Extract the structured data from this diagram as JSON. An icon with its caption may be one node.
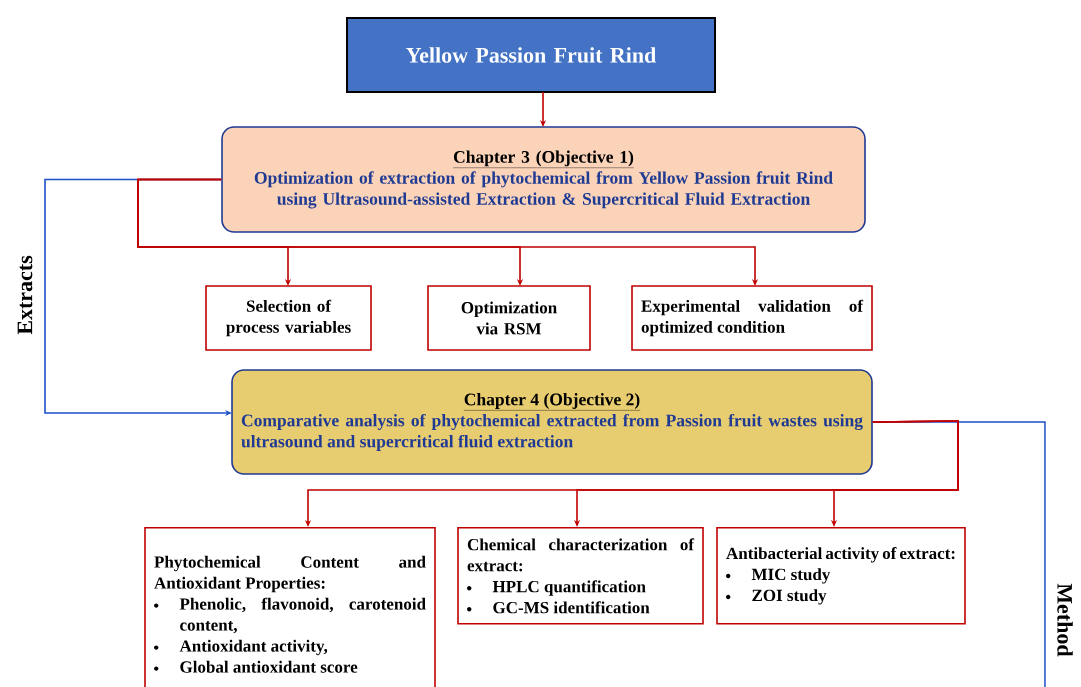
{
  "diagram": {
    "nodes": [
      {
        "text": [
          "Yellow Passion Fruit Rind"
        ]
      },
      {
        "text": [
          "Chapter 3 (Objective 1)",
          "Optimization of extraction of phytochemical from Yellow Passion fruit Rind using Ultrasound-assisted Extraction & Supercritical Fluid Extraction"
        ]
      },
      {
        "text": [
          "Selection of process variables"
        ]
      },
      {
        "text": [
          "Optimization via RSM"
        ]
      },
      {
        "text": [
          "Experimental validation of optimized condition"
        ]
      },
      {
        "text": [
          "Chapter 4 (Objective 2)",
          "Comparative analysis of phytochemical extracted from Passion fruit wastes using ultrasound and supercritical fluid extraction"
        ]
      },
      {
        "text": [
          "Phytochemical Content and Antioxidant Properties:",
          "Phenolic, flavonoid, carotenoid content,",
          "Antioxidant activity,",
          "Global antioxidant score"
        ]
      },
      {
        "text": [
          "Chemical characterization of extract:",
          "HPLC quantification",
          "GC-MS identification"
        ]
      },
      {
        "text": [
          "Antibacterial activity of extract:",
          "MIC study",
          "ZOI study"
        ]
      }
    ],
    "edges": [
      {
        "from": 0,
        "to": 1,
        "arrow": "to"
      },
      {
        "from": 1,
        "to": 2,
        "arrow": "to"
      },
      {
        "from": 1,
        "to": 3,
        "arrow": "to"
      },
      {
        "from": 1,
        "to": 4,
        "arrow": "to"
      },
      {
        "from": 1,
        "to": 5,
        "arrow": "to",
        "label": "Extracts",
        "color": "#1f4fc8"
      },
      {
        "from": 5,
        "to": 6,
        "arrow": "to"
      },
      {
        "from": 5,
        "to": 7,
        "arrow": "to"
      },
      {
        "from": 5,
        "to": 8,
        "arrow": "to"
      },
      {
        "from": 5,
        "to": null,
        "arrow": "none",
        "label": "Method",
        "color": "#1f4fc8"
      }
    ]
  }
}
